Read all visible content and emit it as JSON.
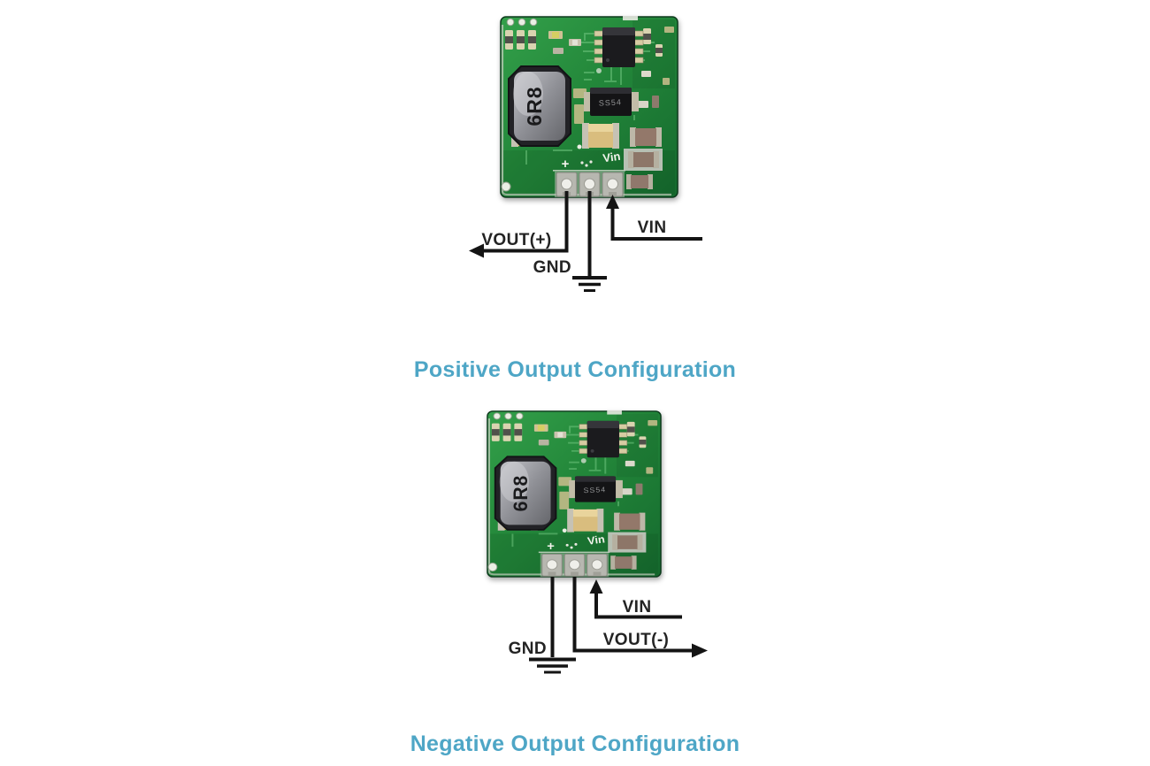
{
  "figures": [
    {
      "title": "Positive Output Configuration",
      "labels": {
        "vout": "VOUT(+)",
        "gnd": "GND",
        "vin": "VIN"
      }
    },
    {
      "title": "Negative Output Configuration",
      "labels": {
        "vout": "VOUT(-)",
        "gnd": "GND",
        "vin": "VIN"
      }
    }
  ],
  "board": {
    "inductor_label": "6R8",
    "diode_label": "SS54",
    "silk_plus": "+",
    "silk_vin": "Vin"
  },
  "colors": {
    "title": "#4ea6c6",
    "wire": "#141414",
    "pcb_green": "#2e9944",
    "inductor_face": "#9b9ca1"
  }
}
